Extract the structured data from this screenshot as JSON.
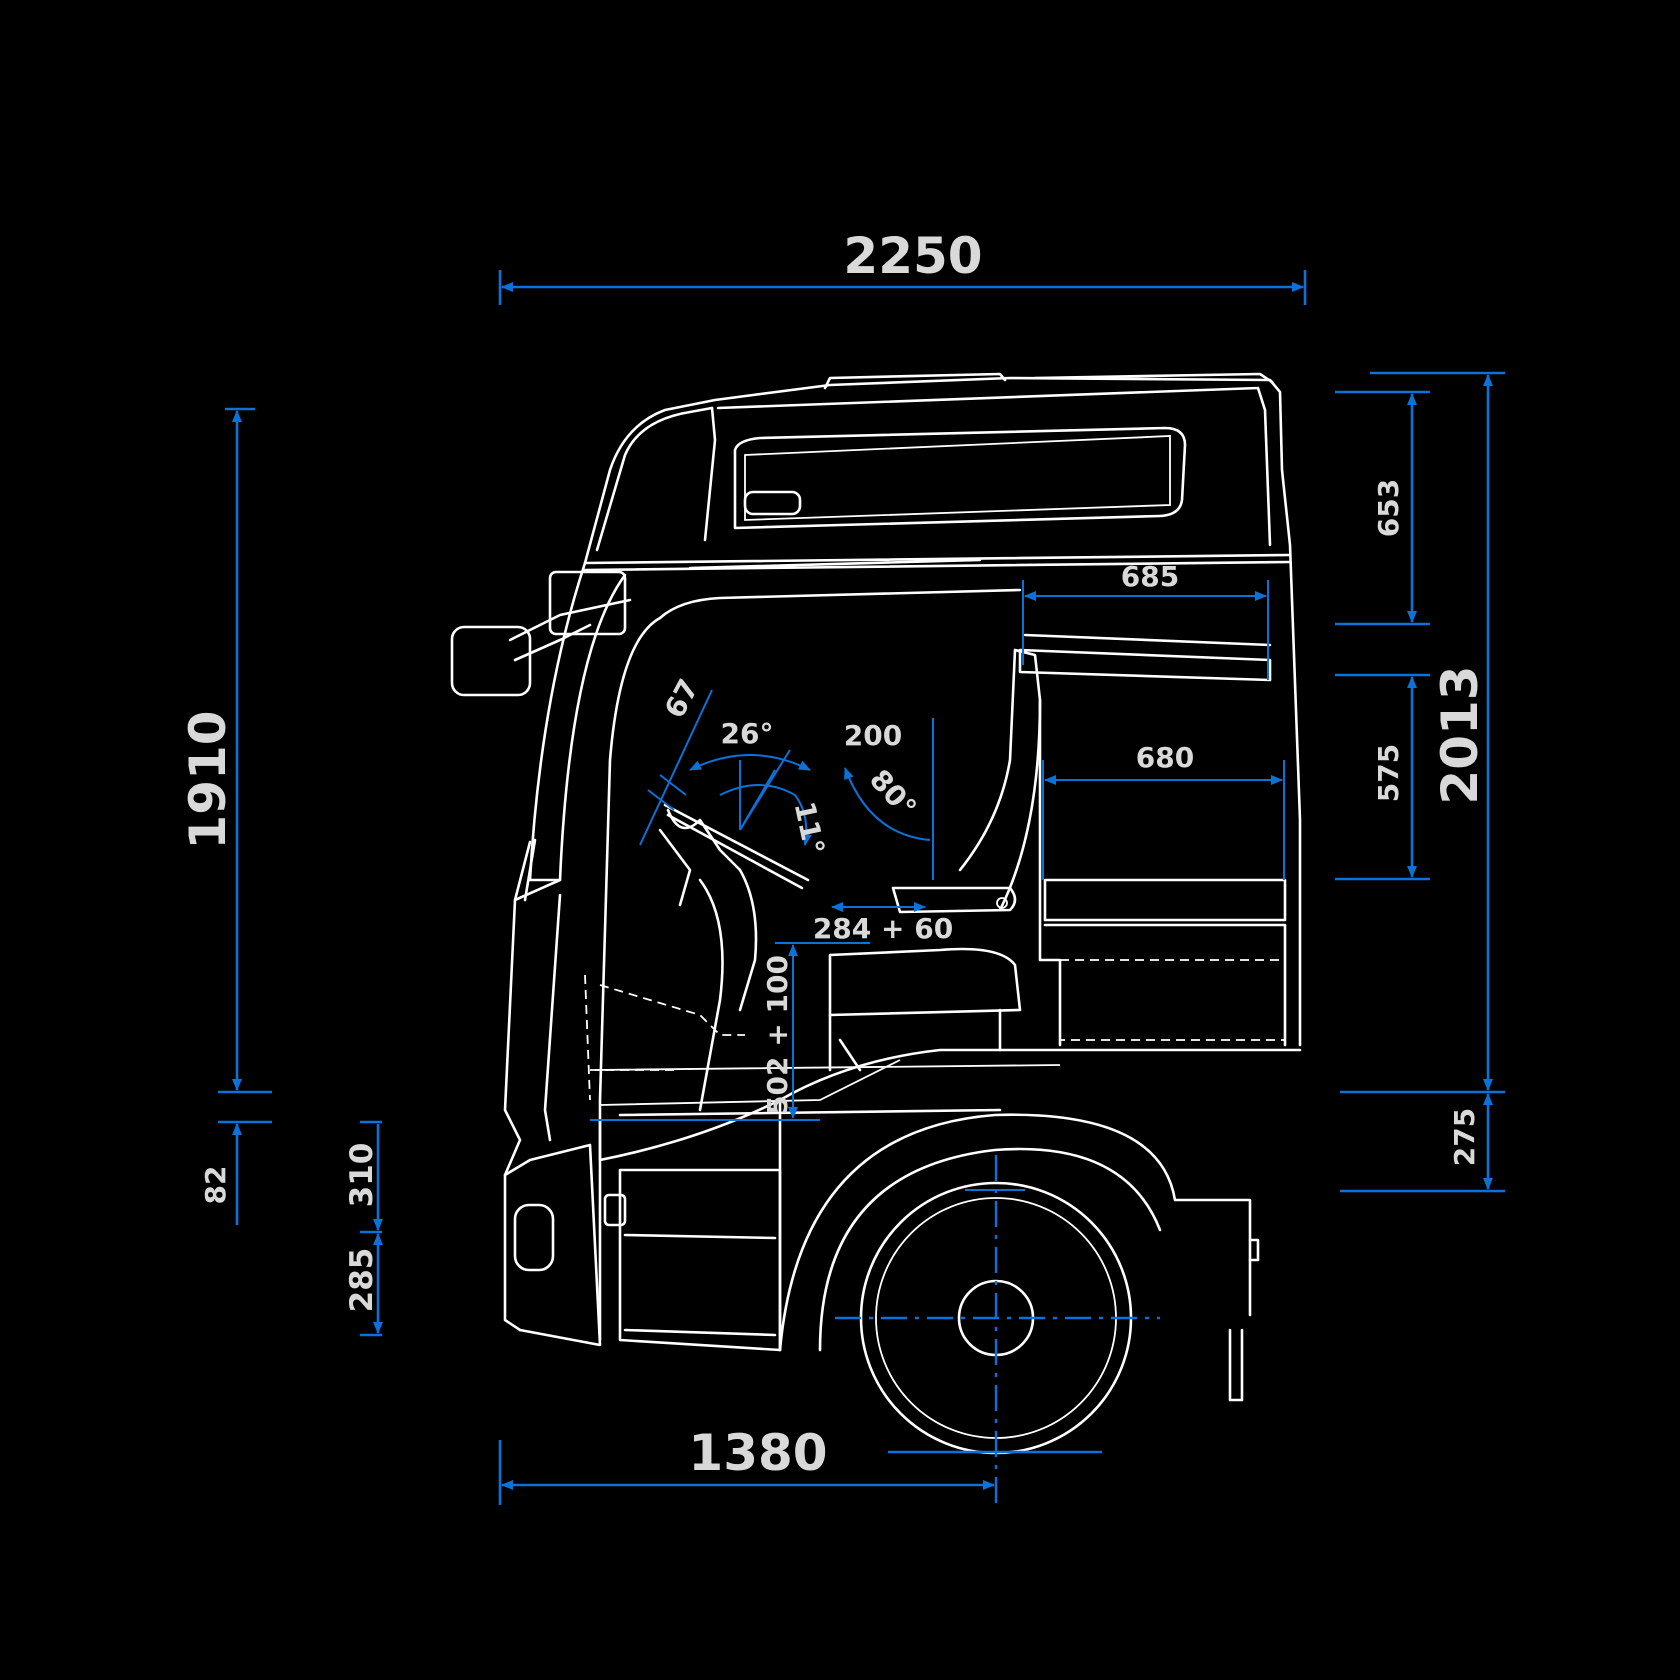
{
  "colors": {
    "background": "#000000",
    "outline": "#ffffff",
    "dimension": "#0a72d8",
    "label": "#d9d9d9"
  },
  "dimensions": {
    "overall_length": "2250",
    "interior_height": "1910",
    "floor_step": "82",
    "step_upper": "310",
    "step_lower": "285",
    "axle_to_front": "1380",
    "overall_height": "2013",
    "upper_bunk_clearance": "653",
    "lower_bunk_clearance": "575",
    "frame_height": "275",
    "upper_bunk_width": "685",
    "lower_bunk_width": "680",
    "wheel_adjust": "67",
    "wheel_tilt": "26°",
    "wheel_angle": "11°",
    "seat_back_travel": "200",
    "seat_back_angle": "80°",
    "seat_travel": "284 + 60",
    "seat_height": "502 + 100"
  }
}
